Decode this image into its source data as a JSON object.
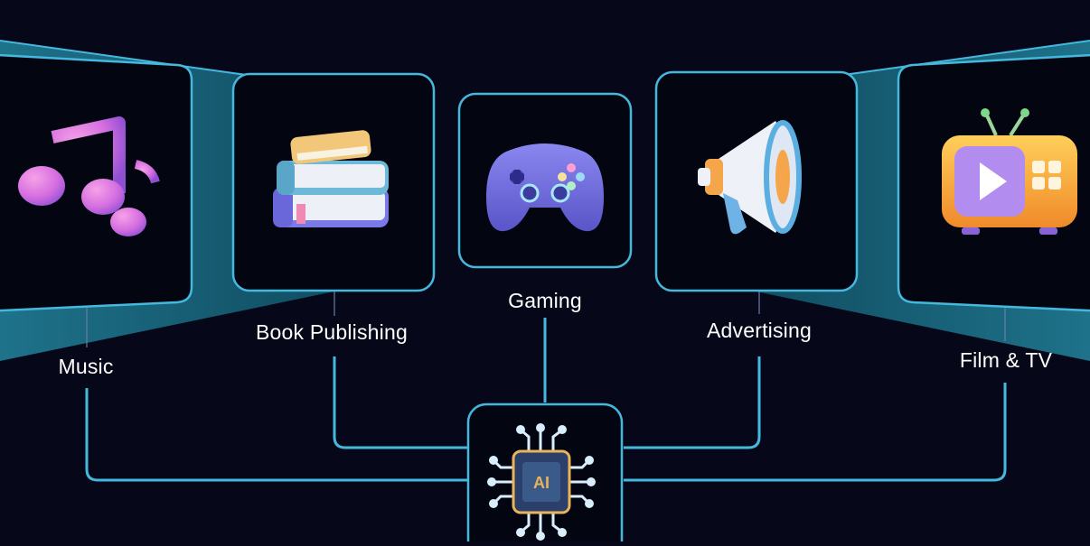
{
  "diagram": {
    "center_node": {
      "label": "AI",
      "icon": "ai-chip-icon"
    },
    "categories": [
      {
        "id": "music",
        "label": "Music",
        "icon": "music-notes-icon"
      },
      {
        "id": "book",
        "label": "Book Publishing",
        "icon": "books-stack-icon"
      },
      {
        "id": "gaming",
        "label": "Gaming",
        "icon": "game-controller-icon"
      },
      {
        "id": "advertising",
        "label": "Advertising",
        "icon": "megaphone-icon"
      },
      {
        "id": "film",
        "label": "Film & TV",
        "icon": "retro-tv-icon"
      }
    ],
    "colors": {
      "background": "#06081a",
      "accent": "#45b8de",
      "panel_fill": "#030511",
      "ribbon": "#1d6f86"
    }
  }
}
